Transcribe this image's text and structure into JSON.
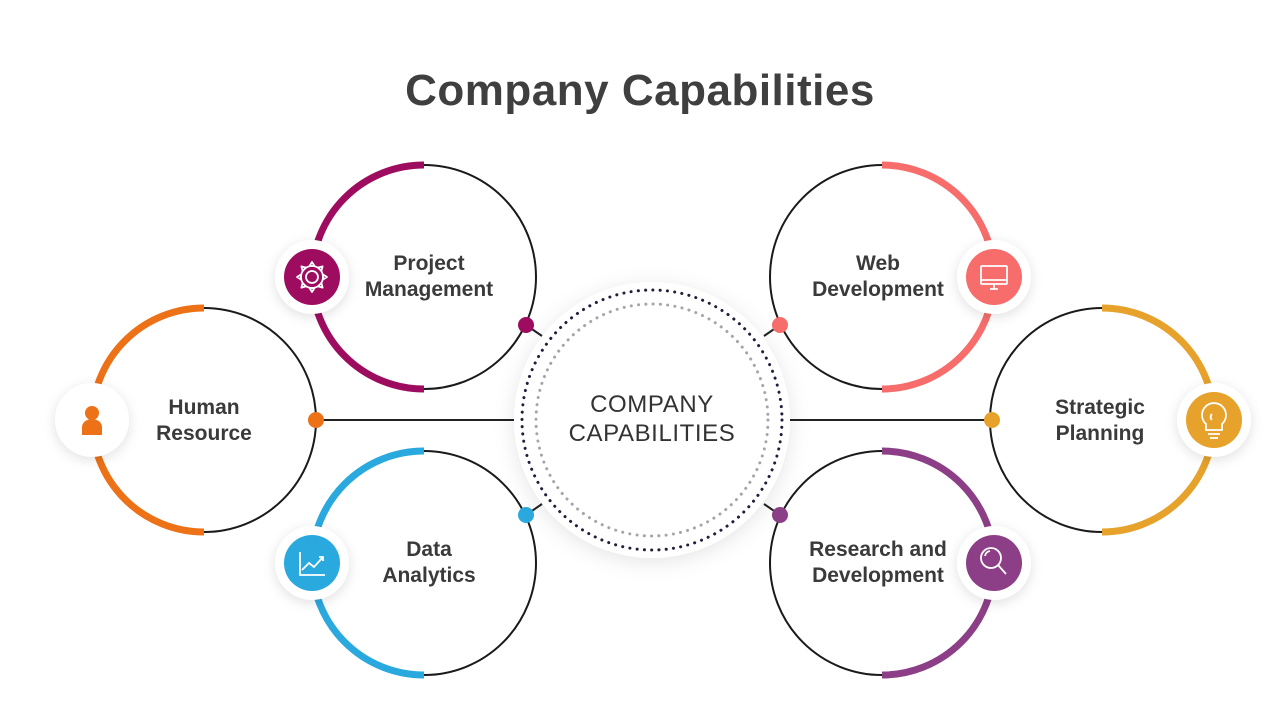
{
  "title": "Company Capabilities",
  "center": {
    "line1": "COMPANY",
    "line2": "CAPABILITIES"
  },
  "colors": {
    "project_management": "#9e0c5f",
    "human_resource": "#ec7117",
    "data_analytics": "#2aa9df",
    "web_development": "#f66d6b",
    "strategic_planning": "#e6a22a",
    "research_development": "#8c3f86",
    "text": "#3a3a3a"
  },
  "nodes": [
    {
      "id": "project-management",
      "line1": "Project",
      "line2": "Management",
      "icon": "gear-icon",
      "color": "#9e0c5f"
    },
    {
      "id": "human-resource",
      "line1": "Human",
      "line2": "Resource",
      "icon": "person-icon",
      "color": "#ec7117"
    },
    {
      "id": "data-analytics",
      "line1": "Data",
      "line2": "Analytics",
      "icon": "chart-icon",
      "color": "#2aa9df"
    },
    {
      "id": "web-development",
      "line1": "Web",
      "line2": "Development",
      "icon": "monitor-icon",
      "color": "#f66d6b"
    },
    {
      "id": "strategic-planning",
      "line1": "Strategic",
      "line2": "Planning",
      "icon": "lightbulb-icon",
      "color": "#e6a22a"
    },
    {
      "id": "research-development",
      "line1": "Research and",
      "line2": "Development",
      "icon": "magnifier-icon",
      "color": "#8c3f86"
    }
  ]
}
